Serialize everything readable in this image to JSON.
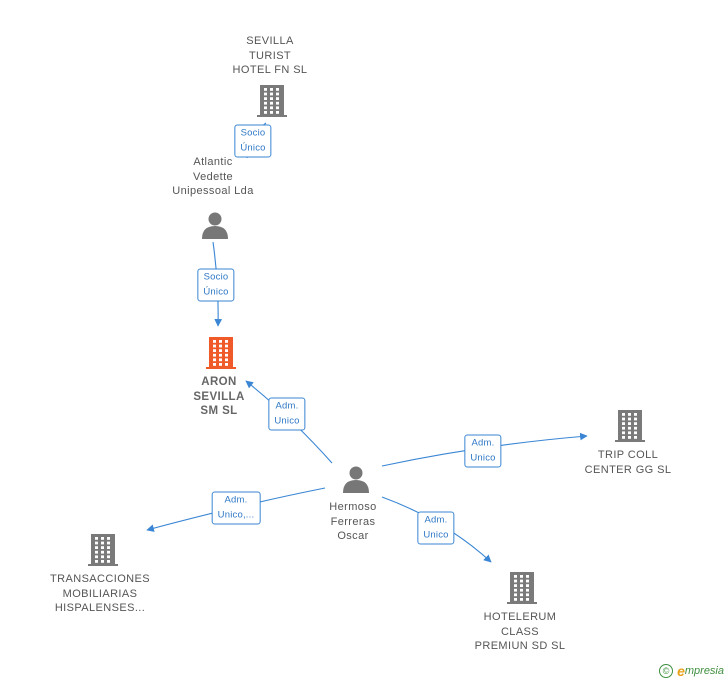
{
  "colors": {
    "edge": "#3a86d4",
    "company": "#7a7a7a",
    "focus_company": "#f05a28",
    "person": "#777777"
  },
  "nodes": [
    {
      "id": "sevilla_turist",
      "kind": "company",
      "icon": "building-icon",
      "label": [
        "SEVILLA",
        "TURIST",
        "HOTEL FN  SL"
      ]
    },
    {
      "id": "atlantic_vedette",
      "kind": "person",
      "icon": "person-icon",
      "label": [
        "Atlantic",
        "Vedette",
        "Unipessoal Lda"
      ]
    },
    {
      "id": "aron_sevilla",
      "kind": "focus",
      "icon": "building-icon",
      "label": [
        "ARON",
        "SEVILLA",
        "SM  SL"
      ]
    },
    {
      "id": "trip_coll",
      "kind": "company",
      "icon": "building-icon",
      "label": [
        "TRIP COLL",
        "CENTER GG  SL"
      ]
    },
    {
      "id": "hermoso",
      "kind": "person",
      "icon": "person-icon",
      "label": [
        "Hermoso",
        "Ferreras",
        "Oscar"
      ]
    },
    {
      "id": "transacciones",
      "kind": "company",
      "icon": "building-icon",
      "label": [
        "TRANSACCIONES",
        "MOBILIARIAS",
        "HISPALENSES..."
      ]
    },
    {
      "id": "hotelerum",
      "kind": "company",
      "icon": "building-icon",
      "label": [
        "HOTELERUM",
        "CLASS",
        "PREMIUN SD  SL"
      ]
    }
  ],
  "edges": [
    {
      "from": "sevilla_turist",
      "to": "atlantic_vedette",
      "label": [
        "Socio",
        "Único"
      ],
      "arrow": false
    },
    {
      "from": "atlantic_vedette",
      "to": "aron_sevilla",
      "label": [
        "Socio",
        "Único"
      ],
      "arrow": true
    },
    {
      "from": "hermoso",
      "to": "aron_sevilla",
      "label": [
        "Adm.",
        "Unico"
      ],
      "arrow": true
    },
    {
      "from": "hermoso",
      "to": "trip_coll",
      "label": [
        "Adm.",
        "Unico"
      ],
      "arrow": true
    },
    {
      "from": "hermoso",
      "to": "transacciones",
      "label": [
        "Adm.",
        "Unico,..."
      ],
      "arrow": true
    },
    {
      "from": "hermoso",
      "to": "hotelerum",
      "label": [
        "Adm.",
        "Unico"
      ],
      "arrow": true
    }
  ],
  "footer": {
    "copyright": "©",
    "brand_initial": "e",
    "brand_rest": "mpresia"
  }
}
